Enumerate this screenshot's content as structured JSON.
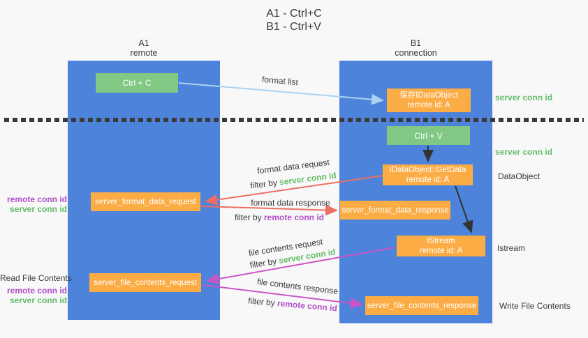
{
  "title": {
    "line1": "A1 - Ctrl+C",
    "line2": "B1 - Ctrl+V"
  },
  "lanes": {
    "left": {
      "title": "A1",
      "subtitle": "remote"
    },
    "right": {
      "title": "B1",
      "subtitle": "connection"
    }
  },
  "boxes": {
    "ctrl_c": "Ctrl + C",
    "ctrl_v": "Ctrl + V",
    "save_idataobject": {
      "line1": "保存IDataObject",
      "line2": "remote id: A"
    },
    "getdata": {
      "line1": "IDataObject::GetData",
      "line2": "remote id: A"
    },
    "istream": {
      "line1": "IStream",
      "line2": "remote id: A"
    },
    "format_request": "server_format_data_request",
    "format_response": "server_format_data_response",
    "file_request": "server_file_contents_request",
    "file_response": "server_file_contents_response"
  },
  "flow_labels": {
    "format_list": "format list",
    "format_data_request": "format data request",
    "format_data_response": "format data response",
    "file_contents_request": "file contents request",
    "file_contents_response": "file contents response",
    "filter_by_prefix": "filter by ",
    "server_conn_id": "server conn id",
    "remote_conn_id": "remote conn id"
  },
  "side_labels": {
    "server_conn_id_top": "server conn id",
    "server_conn_id_mid": "server conn id",
    "data_object": "DataObject",
    "istream": "Istream",
    "write_file_contents": "Write File Contents",
    "read_file_contents": "Read File Contents",
    "remote_conn_id": "remote conn id",
    "server_conn_id": "server conn id"
  },
  "colors": {
    "lane_blue": "#4d83da",
    "box_green": "#80c883",
    "box_orange": "#fbac45",
    "text_green": "#63bd68",
    "text_purple": "#b050c8",
    "arrow_lightblue": "#a8d3f2",
    "arrow_salmon": "#ee6e62",
    "arrow_magenta": "#cc55c6",
    "arrow_black": "#333333"
  }
}
